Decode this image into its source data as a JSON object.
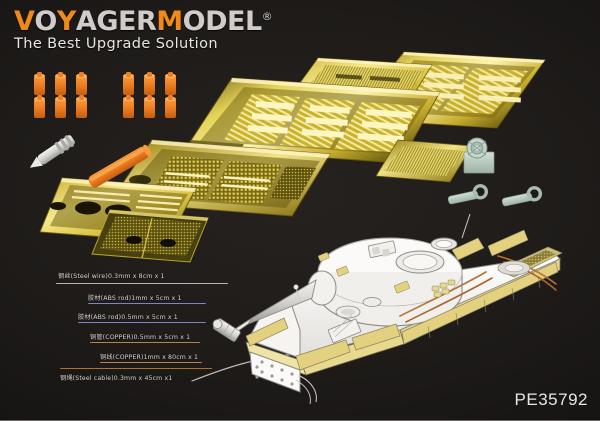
{
  "brand": {
    "logo_letters": [
      {
        "ch": "V",
        "color": "#ef8a18"
      },
      {
        "ch": "O",
        "color": "#cfccc9"
      },
      {
        "ch": "Y",
        "color": "#ef8a18"
      },
      {
        "ch": "A",
        "color": "#cfccc9"
      },
      {
        "ch": "G",
        "color": "#cfccc9"
      },
      {
        "ch": "E",
        "color": "#cfccc9"
      },
      {
        "ch": "R",
        "color": "#cfccc9"
      },
      {
        "ch": "M",
        "color": "#ef8a18"
      },
      {
        "ch": "O",
        "color": "#cfccc9"
      },
      {
        "ch": "D",
        "color": "#cfccc9"
      },
      {
        "ch": "E",
        "color": "#cfccc9"
      },
      {
        "ch": "L",
        "color": "#cfccc9"
      }
    ],
    "logo_text": "VOYAGERMODEL",
    "registered_mark": "®",
    "tagline": "The Best Upgrade Solution",
    "accent_orange": "#ef8a18",
    "text_white": "#cfccc9"
  },
  "product": {
    "part_number": "PE35792"
  },
  "materials": [
    {
      "cn": "钢丝",
      "label": "钢丝(Steel wire)0.3mm x 8cm x 1",
      "rule_color": "#b9b4ad"
    },
    {
      "cn": "胶材",
      "label": "胶材(ABS rod)1mm x 5cm x 1",
      "rule_color": "#7b85c9"
    },
    {
      "cn": "胶材",
      "label": "胶材(ABS rod)0.5mm x 5cm x 1",
      "rule_color": "#7b85c9"
    },
    {
      "cn": "铜管",
      "label": "铜管(COPPER)0.5mm x 5cm x 1",
      "rule_color": "#b8834a"
    },
    {
      "cn": "铜线",
      "label": "铜线(COPPER)1mm x 80cm x 1",
      "rule_color": "#b8834a"
    },
    {
      "cn": "钢绳",
      "label": "钢绳(Steel cable)0.3mm x 45cm x1",
      "rule_color": "#a8762f"
    }
  ],
  "scene": {
    "background": "#1d1a18",
    "brass_light": "#f3e27a",
    "brass_mid": "#d8be3c",
    "brass_dark": "#8d7a17",
    "orange_rod": "#ef7f22",
    "resin_green": "#b9cdc0",
    "metal_silver": "#dcdcd8",
    "copper_cable": "#a8662f",
    "tank_outline": "#e8e6e2",
    "tank_pe_yellow": "#e7d88f",
    "pe_sheets_count": 9,
    "orange_cylinder_count": 12,
    "tow_clevis_count": 2,
    "subject": "Tiger I tank upgrade set"
  }
}
